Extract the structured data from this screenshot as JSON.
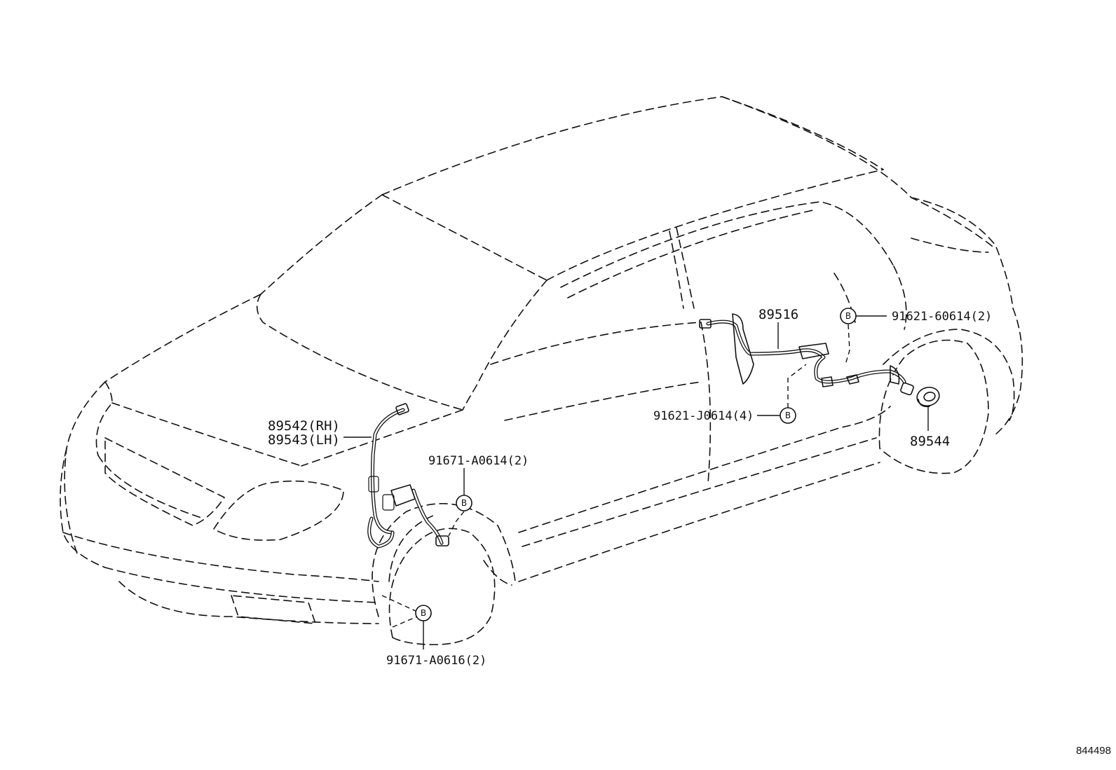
{
  "labels": {
    "front_sensor_rh": "89542(RH)",
    "front_sensor_lh": "89543(LH)",
    "rear_sensor_wire": "89516",
    "rear_rotor": "89544",
    "bolt_front_upper": "91671-A0614(2)",
    "bolt_front_lower": "91671-A0616(2)",
    "bolt_rear_upper": "91621-60614(2)",
    "bolt_rear_lower": "91621-J0614(4)"
  },
  "bolt_symbol": "B",
  "figure_code": "844498"
}
